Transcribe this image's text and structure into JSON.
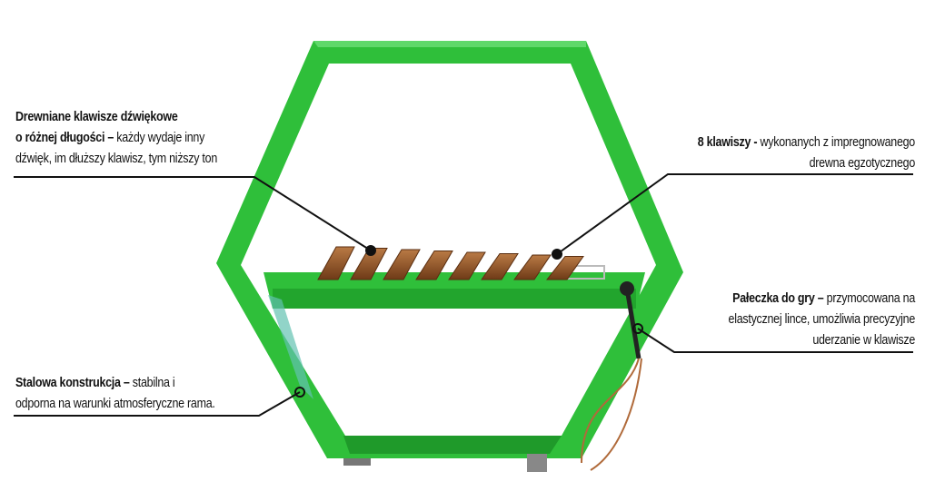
{
  "callouts": {
    "keys": {
      "title": "Drewniane klawisze dźwiękowe",
      "title2": "o różnej długości –",
      "text": " każdy wydaje inny",
      "text2": "dźwięk, im dłuższy klawisz, tym niższy ton"
    },
    "count": {
      "title": "8 klawiszy -",
      "text": " wykonanych z impregnowanego",
      "text2": "drewna egzotycznego"
    },
    "mallet": {
      "title": "Pałeczka do gry –",
      "text": " przymocowana na",
      "text2": "elastycznej lince, umożliwia precyzyjne",
      "text3": "uderzanie w klawisze"
    },
    "frame": {
      "title": "Stalowa konstrukcja –",
      "text": " stabilna i",
      "text2": "odporna na warunki atmosferyczne rama."
    }
  },
  "colors": {
    "frame": "#2fbf3a",
    "frame_dark": "#1f9a2a",
    "wood": "#8a4f22",
    "line": "#111111"
  },
  "key_count": 8
}
